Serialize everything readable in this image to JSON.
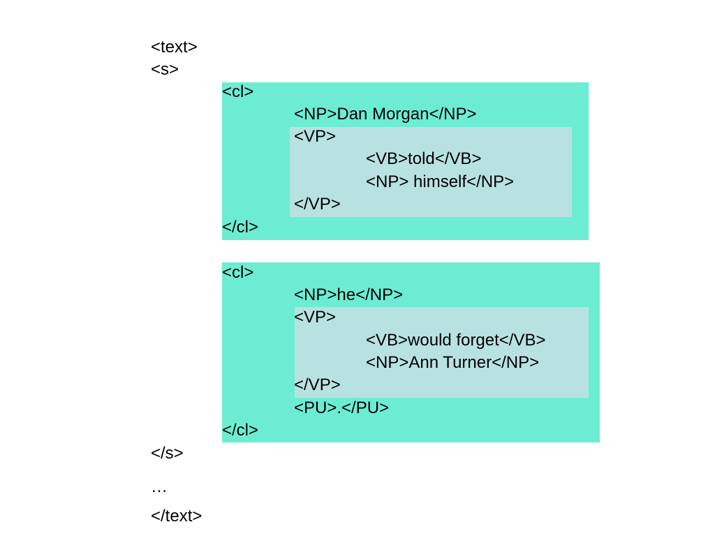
{
  "document": {
    "text_open": "<text>",
    "s_open": "<s>",
    "clause1": {
      "open": "<cl>",
      "np": "<NP>Dan Morgan</NP>",
      "vp_open": "<VP>",
      "vb": "<VB>told</VB>",
      "np2": "<NP> himself</NP>",
      "vp_close": "</VP>",
      "close": "</cl>"
    },
    "clause2": {
      "open": "<cl>",
      "np": "<NP>he</NP>",
      "vp_open": "<VP>",
      "vb": "<VB>would forget</VB>",
      "np2": "<NP>Ann Turner</NP>",
      "vp_close": "</VP>",
      "pu": "<PU>.</PU>",
      "close": "</cl>"
    },
    "s_close": "</s>",
    "ellipsis": "…",
    "text_close": "</text>"
  },
  "colors": {
    "clause_bg": "#6cedd3",
    "verb_phrase_bg": "#b8e1e2"
  }
}
